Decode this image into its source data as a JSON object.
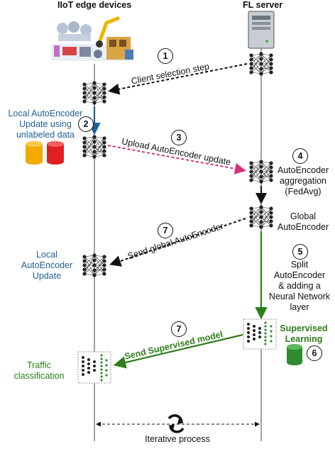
{
  "headers": {
    "left": "IIoT edge devices",
    "right": "FL server"
  },
  "steps": {
    "s1": {
      "num": "1",
      "label": "Client selection step"
    },
    "s2": {
      "num": "2",
      "label_lines": [
        "Local AutoEncoder",
        "Update using",
        "unlabeled data"
      ]
    },
    "s3": {
      "num": "3",
      "label": "Upload AutoEncoder update"
    },
    "s4": {
      "num": "4",
      "label_lines": [
        "AutoEncoder",
        "aggregation",
        "(FedAvg)"
      ]
    },
    "global": {
      "label_lines": [
        "Global",
        "AutoEncoder"
      ]
    },
    "s7a": {
      "num": "7",
      "label": "Send global AutoEncoder"
    },
    "local_update": {
      "label_lines": [
        "Local",
        "AutoEncoder",
        "Update"
      ]
    },
    "s5": {
      "num": "5",
      "label_lines": [
        "Split",
        "AutoEncoder",
        "& adding a",
        "Neural Network",
        "layer"
      ]
    },
    "s6": {
      "num": "6",
      "label_lines": [
        "Supervised",
        "Learning"
      ]
    },
    "s7b": {
      "num": "7",
      "label": "Send Supervised model"
    },
    "traffic": {
      "label_lines": [
        "Traffic",
        "classification"
      ]
    },
    "iterative": {
      "label": "Iterative process"
    }
  },
  "colors": {
    "black_arrow": "#111111",
    "blue_arrow": "#1f5f96",
    "pink_arrow": "#d6337a",
    "green_arrow": "#2e7d1a",
    "db_orange": "#f2a900",
    "db_red": "#e02020",
    "db_green": "#2e8b2e"
  }
}
